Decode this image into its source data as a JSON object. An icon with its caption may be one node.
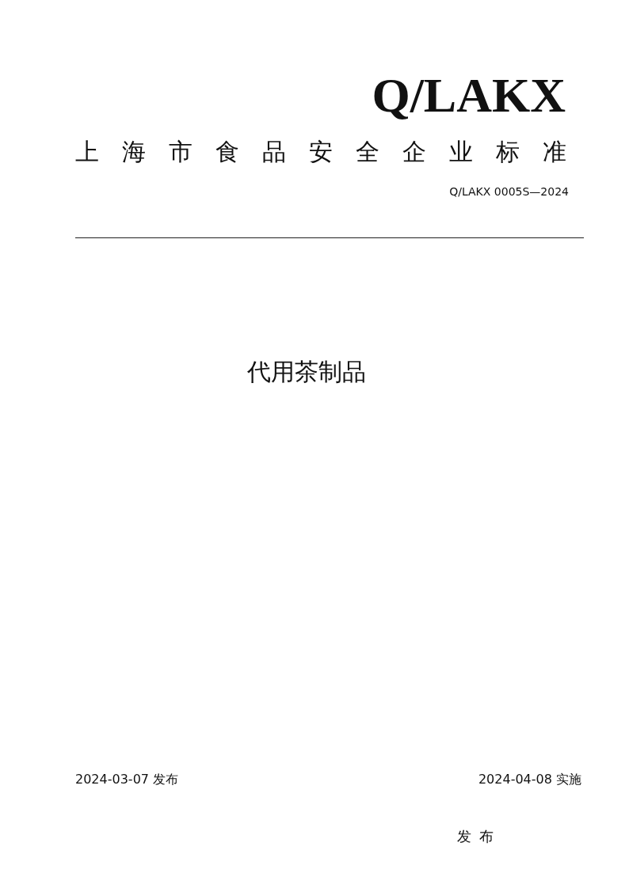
{
  "diagram": {
    "title": "代用茶制品",
    "labels": [
      "Q/LAKX",
      "上海市食品安全企业标准",
      "Q/LAKX 0005S—2024",
      "2024-03-07 发布",
      "2024-04-08 实施",
      "发 布"
    ]
  }
}
